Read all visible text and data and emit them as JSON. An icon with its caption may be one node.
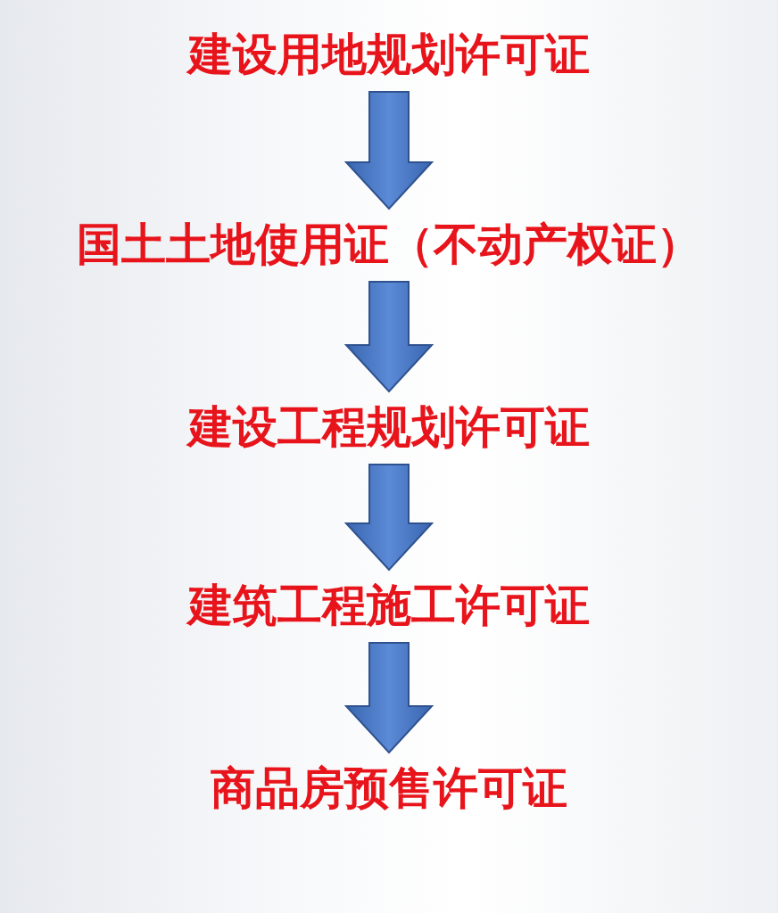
{
  "diagram": {
    "nodes": [
      {
        "text": [
          "建设用地规划许可证"
        ]
      },
      {
        "text": [
          "国土土地使用证（不动产权证）"
        ]
      },
      {
        "text": [
          "建设工程规划许可证"
        ]
      },
      {
        "text": [
          "建筑工程施工许可证"
        ]
      },
      {
        "text": [
          "商品房预售许可证"
        ]
      }
    ],
    "edges": [
      {
        "from": 0,
        "to": 1,
        "arrow": "to"
      },
      {
        "from": 1,
        "to": 2,
        "arrow": "to"
      },
      {
        "from": 2,
        "to": 3,
        "arrow": "to"
      },
      {
        "from": 3,
        "to": 4,
        "arrow": "to"
      }
    ]
  }
}
